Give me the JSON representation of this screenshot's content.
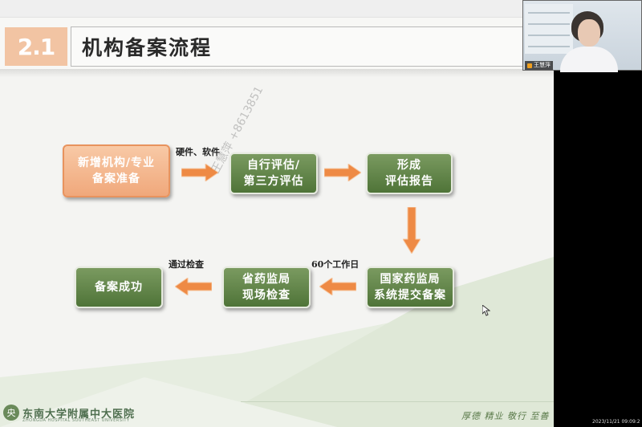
{
  "slide": {
    "section_number": "2.1",
    "title": "机构备案流程"
  },
  "flow": {
    "boxes": {
      "start": "新增机构/专业\n备案准备",
      "self_eval": "自行评估/\n第三方评估",
      "report": "形成\n评估报告",
      "submit": "国家药监局\n系统提交备案",
      "inspection": "省药监局\n现场检查",
      "success": "备案成功"
    },
    "labels": {
      "hardware_software": "硬件、软件",
      "sixty_days": "60个工作日",
      "pass_inspection": "通过检查"
    }
  },
  "watermark": "王慧萍 +8613851",
  "footer": {
    "logo_char": "央",
    "hospital_name": "东南大学附属中大医院",
    "hospital_name_en": "ZHONGDA HOSPITAL SOUTHEAST UNIVERSITY",
    "motto": "厚德  精业  敬行  至善"
  },
  "webcam": {
    "participant_name": "王慧萍"
  },
  "timestamp": "2023/11/21 09:09:2",
  "colors": {
    "badge": "#f2c4a3",
    "green_box": "#5f8446",
    "orange_box": "#f3b58a",
    "arrow_orange": "#ee8a45"
  }
}
